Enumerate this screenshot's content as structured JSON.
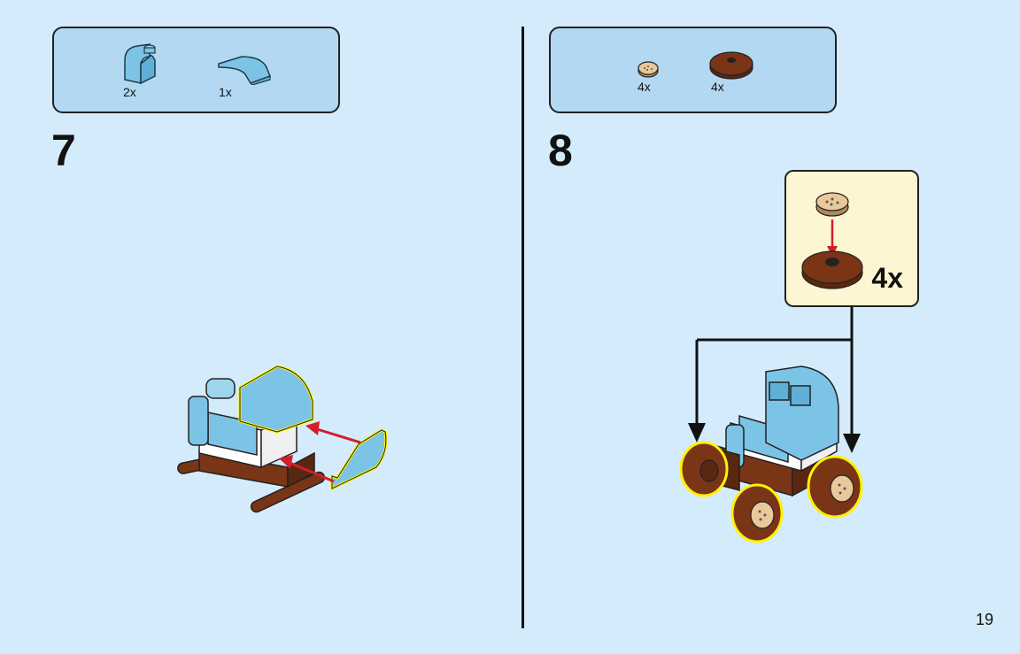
{
  "steps": [
    {
      "number": "7",
      "parts": [
        {
          "icon": "light-blue-curved-brick-icon",
          "qty": "2x"
        },
        {
          "icon": "light-blue-curved-slope-icon",
          "qty": "1x"
        }
      ]
    },
    {
      "number": "8",
      "parts": [
        {
          "icon": "tan-round-tile-icon",
          "qty": "4x"
        },
        {
          "icon": "brown-round-plate-icon",
          "qty": "4x"
        }
      ],
      "callout_qty": "4x"
    }
  ],
  "page_number": "19",
  "colors": {
    "background": "#d4ebfb",
    "parts_box": "#b3d8f2",
    "callout": "#fdf6d2",
    "light_blue": "#7cc4e6",
    "brown": "#7a3516",
    "tan": "#e9c89a",
    "arrow_red": "#d11f2c",
    "highlight": "#fff200"
  }
}
